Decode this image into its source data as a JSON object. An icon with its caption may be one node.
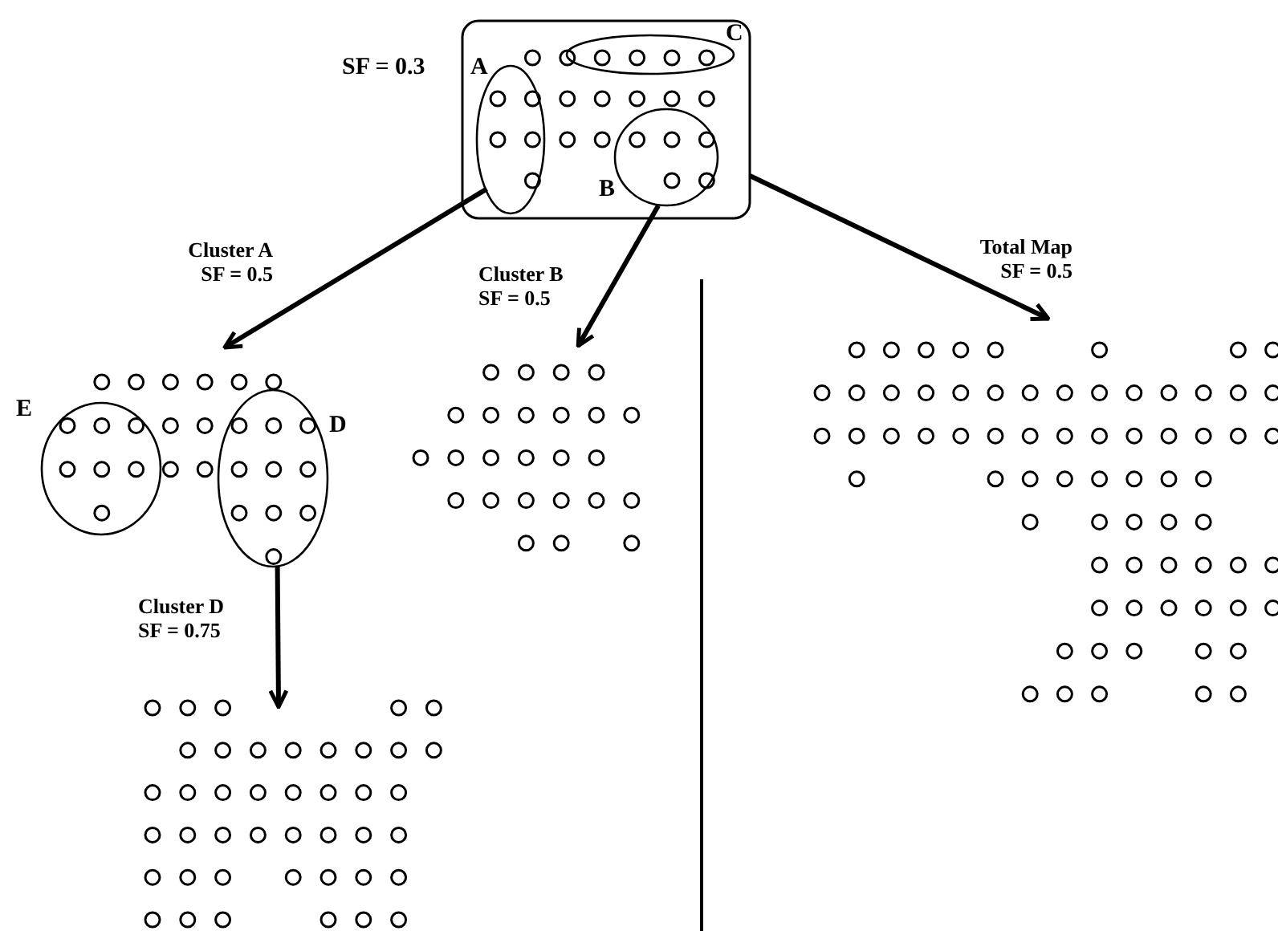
{
  "diagram": {
    "nodes": [
      {
        "text": [],
        "shape": "box",
        "beside": [
          "SF = 0.3"
        ]
      },
      {
        "text": [
          "A"
        ],
        "in": 0
      },
      {
        "text": [
          "C"
        ],
        "in": 0
      },
      {
        "text": [
          "B"
        ],
        "in": 0
      },
      {
        "text": [],
        "shape": "grid"
      },
      {
        "text": [
          "E"
        ],
        "in": 4
      },
      {
        "text": [
          "D"
        ],
        "in": 4
      },
      {
        "text": [],
        "shape": "grid"
      },
      {
        "text": [],
        "shape": "grid"
      },
      {
        "text": [],
        "shape": "grid"
      }
    ],
    "edges": [
      {
        "from": 1,
        "to": 4,
        "arrow": "to",
        "label": "Cluster A SF = 0.5"
      },
      {
        "from": 3,
        "to": 7,
        "arrow": "to",
        "label": "Cluster B SF = 0.5"
      },
      {
        "from": 0,
        "to": 8,
        "arrow": "to",
        "label": "Total Map SF = 0.5"
      },
      {
        "from": 6,
        "to": 9,
        "arrow": "to",
        "label": "Cluster D SF = 0.75"
      }
    ]
  }
}
